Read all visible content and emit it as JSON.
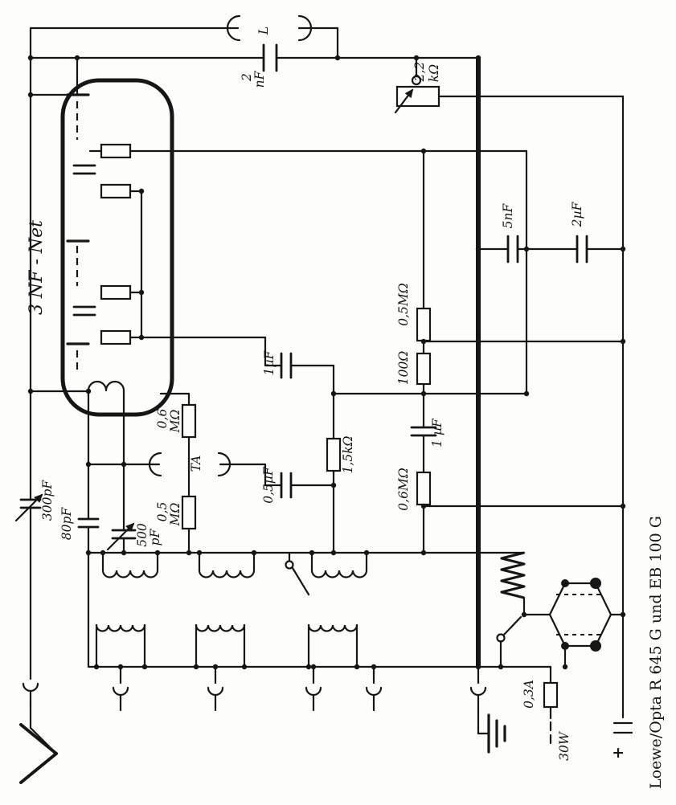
{
  "caption": "Loewe/Opta R 645 G und EB 100 G",
  "labels": {
    "tube": "3 NF - Net",
    "coil_socket": "L",
    "cap_2nf": [
      "2",
      "nF"
    ],
    "pot_2k2": [
      "2,2",
      "kΩ"
    ],
    "cap_5nf": "5nF",
    "cap_2uf": "2µF",
    "res_05m_anode": "0,5MΩ",
    "res_100": "100Ω",
    "cap_1uf_coupling": "1µF",
    "res_06m_grid": [
      "0,6",
      "MΩ"
    ],
    "ta_jack": "TA",
    "cap_05uf": "0,5µF",
    "res_15k": "1,5kΩ",
    "cap_1uf_cathode": "1 µF",
    "res_06m_bias": "0,6MΩ",
    "res_05m_grid2": [
      "0,5",
      "MΩ"
    ],
    "cap_500pf": [
      "500",
      "pF"
    ],
    "cap_80pf": "80pF",
    "cap_300pf": "300pF",
    "fuse_03a": "0,3A",
    "lamp_30w": "30W",
    "plus_terminal": "+"
  }
}
